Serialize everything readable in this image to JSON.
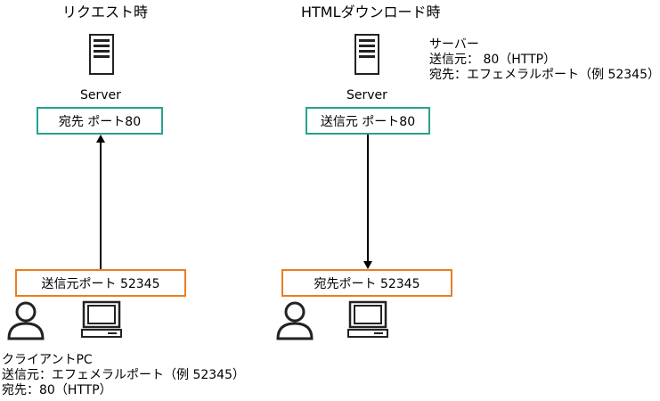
{
  "colors": {
    "server_box_border": "#27a18f",
    "client_box_border": "#ec7d1f",
    "line": "#000000",
    "icon": "#222222"
  },
  "left_panel": {
    "title": "リクエスト時",
    "server_label": "Server",
    "server_box": "宛先 ポート80",
    "client_box": "送信元ポート 52345",
    "client_note": {
      "line1": "クライアントPC",
      "line2": "送信元：エフェメラルポート（例 52345）",
      "line3": "宛先：80（HTTP）"
    },
    "arrow_direction": "up"
  },
  "right_panel": {
    "title": "HTMLダウンロード時",
    "server_label": "Server",
    "server_box": "送信元 ポート80",
    "client_box": "宛先ポート 52345",
    "server_note": {
      "line1": "サーバー",
      "line2": "送信元： 80（HTTP）",
      "line3": "宛先：エフェメラルポート（例 52345）"
    },
    "arrow_direction": "down"
  },
  "icons": [
    "server-icon",
    "person-icon",
    "computer-icon"
  ]
}
